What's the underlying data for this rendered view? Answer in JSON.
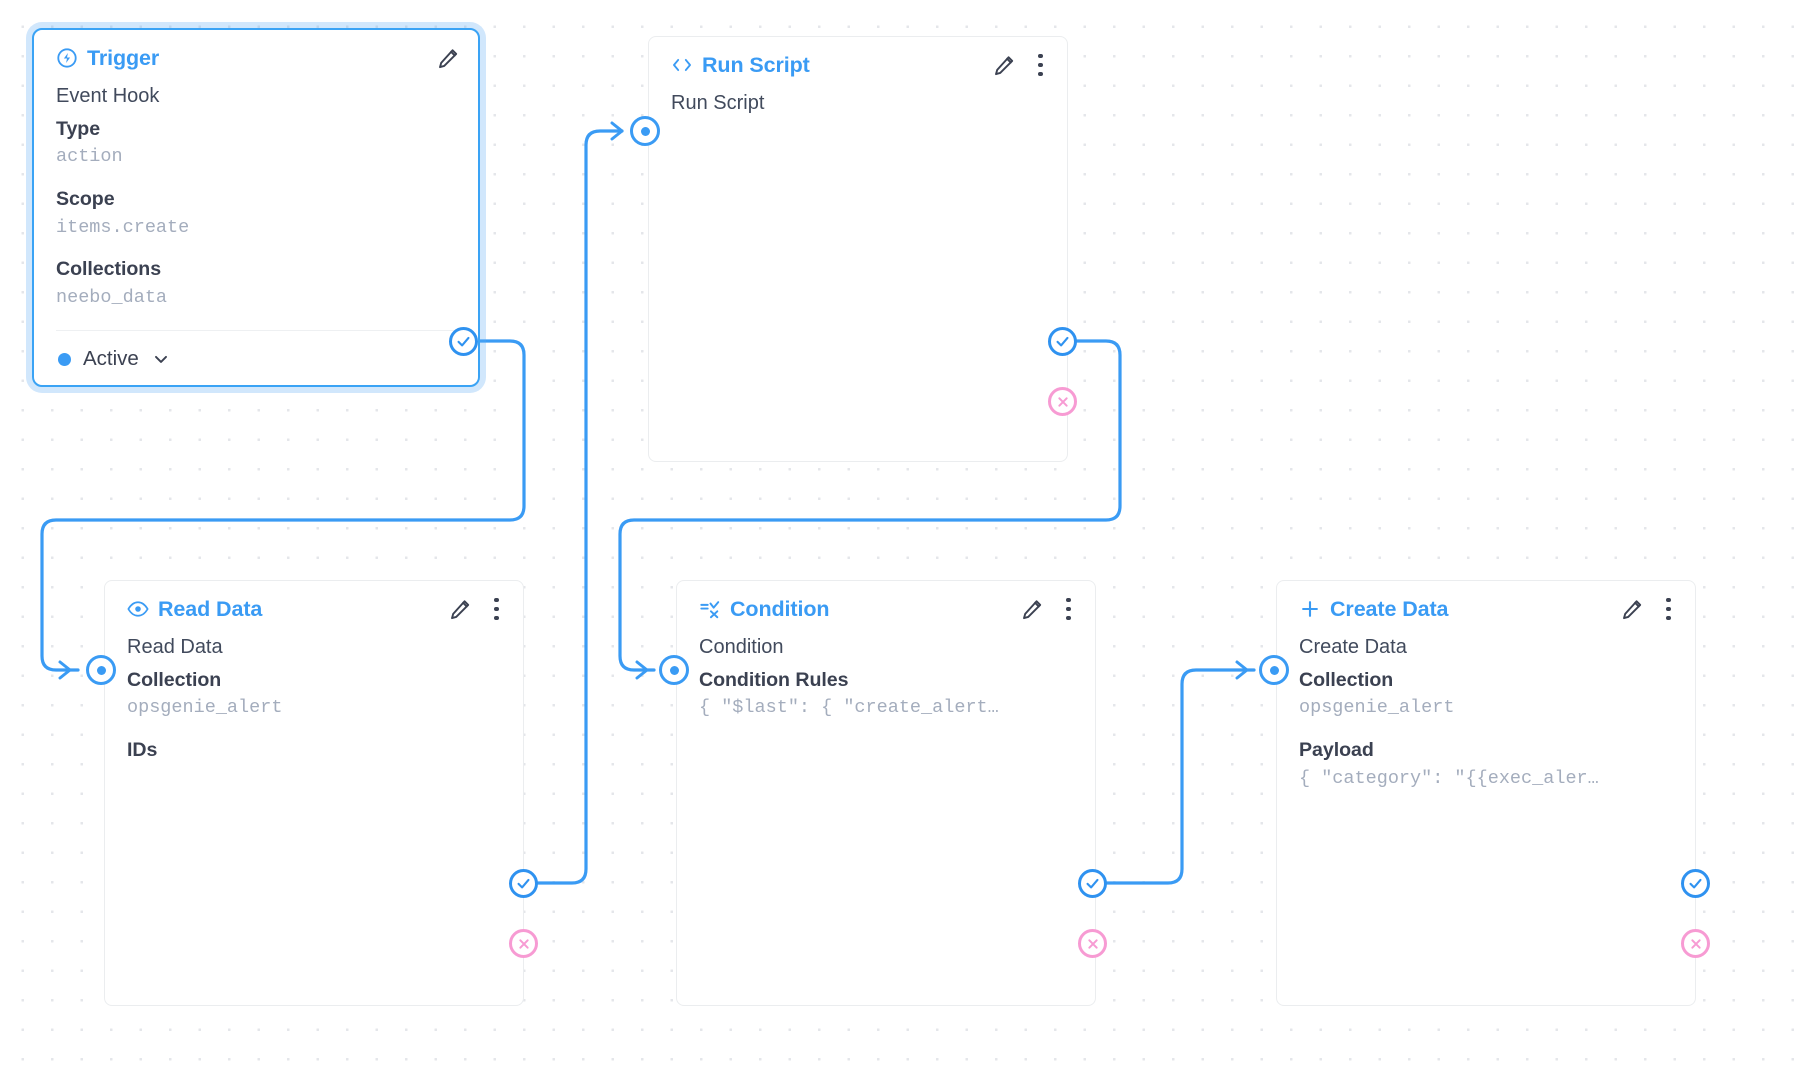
{
  "canvas": {
    "accent_blue": "#3a9bf4",
    "edge_blue": "#3a9bf4",
    "reject_pink": "#f79bd3",
    "background": "#ffffff",
    "dot_color": "#e4e6ea"
  },
  "nodes": [
    {
      "id": "trigger",
      "title": "Trigger",
      "icon": "bolt-circle-icon",
      "selected": true,
      "row_name": "Event Hook",
      "fields": [
        {
          "label": "Type",
          "value": "action"
        },
        {
          "label": "Scope",
          "value": "items.create"
        },
        {
          "label": "Collections",
          "value": "neebo_data"
        }
      ],
      "status": {
        "label": "Active",
        "dot_color": "#3a9bf4"
      },
      "has_edit": true,
      "has_menu": false
    },
    {
      "id": "run-script",
      "title": "Run Script",
      "icon": "code-brackets-icon",
      "selected": false,
      "row_name": "Run Script",
      "fields": [],
      "has_edit": true,
      "has_menu": true
    },
    {
      "id": "read-data",
      "title": "Read Data",
      "icon": "eye-icon",
      "selected": false,
      "row_name": "Read Data",
      "fields": [
        {
          "label": "Collection",
          "value": "opsgenie_alert"
        },
        {
          "label": "IDs",
          "value": ""
        }
      ],
      "has_edit": true,
      "has_menu": true
    },
    {
      "id": "condition",
      "title": "Condition",
      "icon": "condition-filter-icon",
      "selected": false,
      "row_name": "Condition",
      "fields": [
        {
          "label": "Condition Rules",
          "value": "{ \"$last\": { \"create_alert…"
        }
      ],
      "has_edit": true,
      "has_menu": true
    },
    {
      "id": "create-data",
      "title": "Create Data",
      "icon": "plus-icon",
      "selected": false,
      "row_name": "Create Data",
      "fields": [
        {
          "label": "Collection",
          "value": "opsgenie_alert"
        },
        {
          "label": "Payload",
          "value": "{ \"category\": \"{{exec_aler…"
        }
      ],
      "has_edit": true,
      "has_menu": true
    }
  ],
  "handles": {
    "resolve_label": "resolve-output-handle",
    "reject_label": "reject-output-handle",
    "input_label": "input-handle"
  }
}
